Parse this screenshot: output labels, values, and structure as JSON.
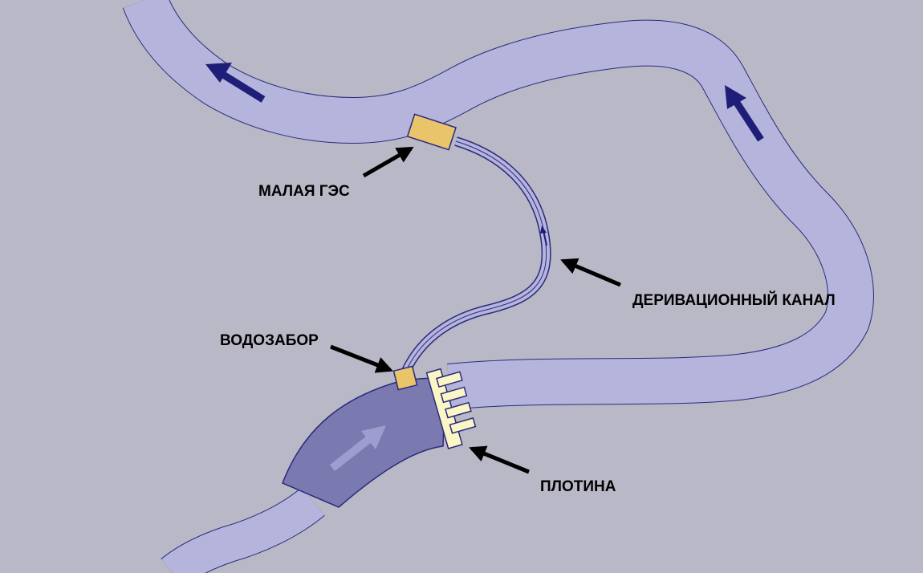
{
  "labels": {
    "small_hpp": "МАЛАЯ ГЭС",
    "derivation_channel": "ДЕРИВАЦИОННЫЙ КАНАЛ",
    "water_intake": "ВОДОЗАБОР",
    "dam": "ПЛОТИНА"
  },
  "colors": {
    "background": "#b9b8c6",
    "river": "#b5b4dd",
    "reservoir": "#7a79b0",
    "outline": "#2a2a7a",
    "flow_arrow": "#1e1e78",
    "building": "#e9c46a",
    "dam": "#faf6c6",
    "pointer": "#000000"
  },
  "icons": {
    "flow": "flow-direction-arrow-icon",
    "pointer": "pointer-arrow-icon"
  }
}
